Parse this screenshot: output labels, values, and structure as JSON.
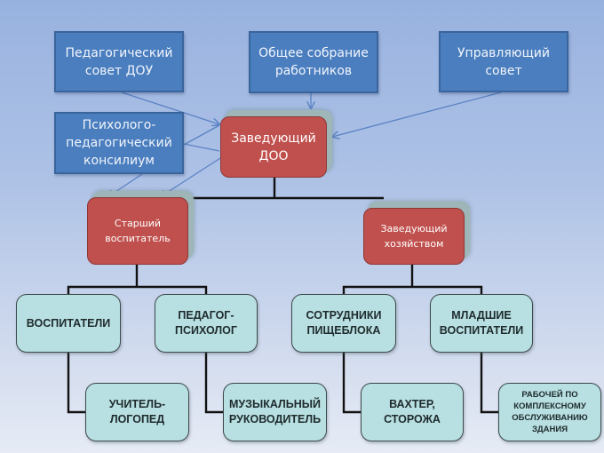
{
  "diagram": {
    "type": "organizational-chart",
    "governing_bodies": [
      {
        "id": "ped_sovet",
        "label": "Педагогический\nсовет ДОУ"
      },
      {
        "id": "obshee_sobranie",
        "label": "Общее собрание\nработников"
      },
      {
        "id": "upr_sovet",
        "label": "Управляющий\nсовет"
      },
      {
        "id": "ppk",
        "label": "Психолого-\nпедагогический\nконсилиум"
      }
    ],
    "head": {
      "id": "zaveduyushchiy",
      "label": "Заведующий\nДОО"
    },
    "deputies": [
      {
        "id": "starshiy",
        "label": "Старший\nвоспитатель"
      },
      {
        "id": "zavhoz",
        "label": "Заведующий\nхозяйством"
      }
    ],
    "staff": [
      {
        "id": "vospitateli",
        "label": "ВОСПИТАТЕЛИ",
        "reports_to": "starshiy"
      },
      {
        "id": "psiholog",
        "label": "ПЕДАГОГ-\nПСИХОЛОГ",
        "reports_to": "starshiy"
      },
      {
        "id": "logoped",
        "label": "УЧИТЕЛЬ-\nЛОГОПЕД",
        "reports_to": "vospitateli"
      },
      {
        "id": "muz_ruk",
        "label": "МУЗЫКАЛЬНЫЙ\nРУКОВОДИТЕЛЬ",
        "reports_to": "psiholog"
      },
      {
        "id": "pishcheblok",
        "label": "СОТРУДНИКИ\nПИЩЕБЛОКА",
        "reports_to": "zavhoz"
      },
      {
        "id": "mladshie",
        "label": "МЛАДШИЕ\nВОСПИТАТЕЛИ",
        "reports_to": "zavhoz"
      },
      {
        "id": "vahter",
        "label": "ВАХТЕР,\nСТОРОЖА",
        "reports_to": "pishcheblok"
      },
      {
        "id": "rabochiy",
        "label": "РАБОЧЕЙ ПО\nКОМПЛЕКСНОМУ\nОБСЛУЖИВАНИЮ\nЗДАНИЯ",
        "reports_to": "mladshie"
      }
    ],
    "arrows": [
      {
        "from": "ped_sovet",
        "to": "zaveduyushchiy"
      },
      {
        "from": "obshee_sobranie",
        "to": "zaveduyushchiy"
      },
      {
        "from": "upr_sovet",
        "to": "zaveduyushchiy"
      },
      {
        "from": "ppk",
        "to": "zaveduyushchiy"
      },
      {
        "from": "ppk",
        "to": "starshiy"
      },
      {
        "from": "zaveduyushchiy",
        "to": "starshiy"
      }
    ],
    "colors": {
      "background_top": "#98b2df",
      "background_bottom": "#e6ebf5",
      "governing_fill": "#4a7ebf",
      "management_fill": "#c0504d",
      "staff_fill": "#b8dfe1",
      "arrow": "#5b82c4",
      "connector": "#111111"
    }
  }
}
